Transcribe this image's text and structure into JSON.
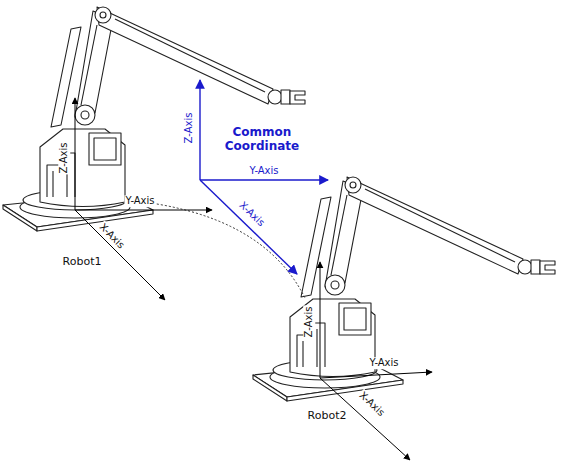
{
  "diagram": {
    "labels": [
      "Common Coordinate",
      "Z-Axis",
      "Y-Axis",
      "X-Axis",
      "Z-Axis",
      "Y-Axis",
      "X-Axis",
      "Robot1",
      "Z-Axis",
      "Y-Axis",
      "X-Axis",
      "Robot2"
    ]
  }
}
